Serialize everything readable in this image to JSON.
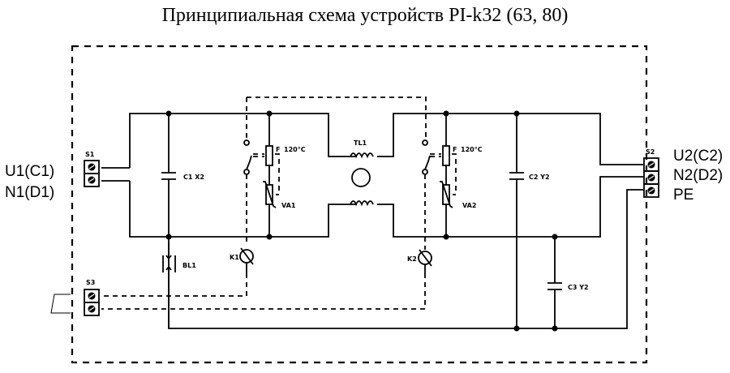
{
  "title": "Принципиальная схема устройств PI-k32 (63, 80)",
  "terminals": {
    "left": [
      "U1(C1)",
      "N1(D1)"
    ],
    "right": [
      "U2(C2)",
      "N2(D2)",
      "PE"
    ]
  },
  "components": {
    "s1": "S1",
    "s2": "S2",
    "s3": "S3",
    "c1": "C1 X2",
    "c2": "C2 Y2",
    "c3": "C3 Y2",
    "f1": "F",
    "f1_temp": "120°C",
    "f2": "F",
    "f2_temp": "120°C",
    "va1": "VA1",
    "va2": "VA2",
    "tl1": "TL1",
    "k1": "K1",
    "k2": "K2",
    "bl1": "BL1"
  }
}
